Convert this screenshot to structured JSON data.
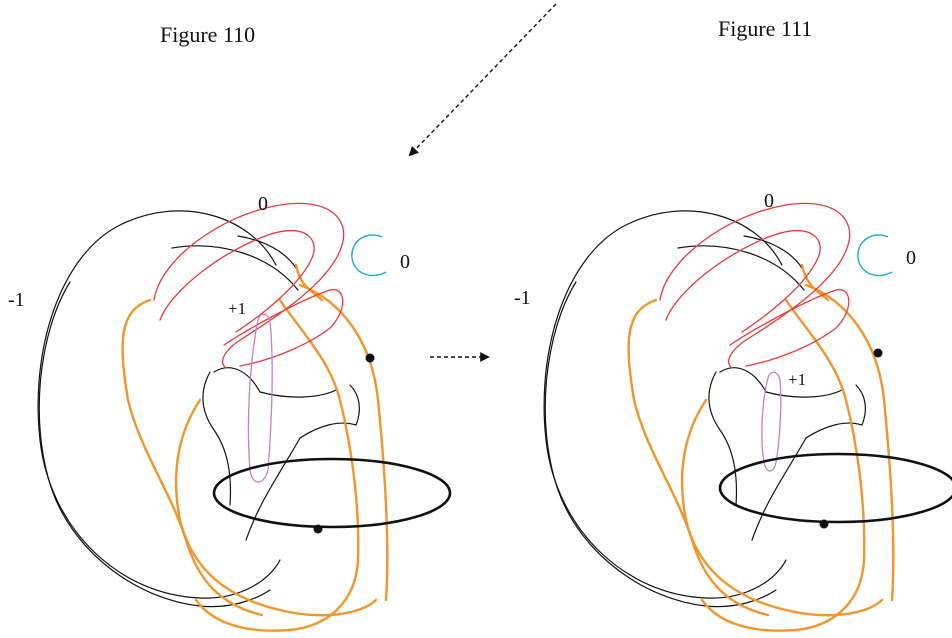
{
  "figures": [
    {
      "caption": "Figure 110",
      "labels": {
        "top": "0",
        "cyan": "0",
        "left": "-1",
        "pink": "+1"
      }
    },
    {
      "caption": "Figure 111",
      "labels": {
        "top": "0",
        "cyan": "0",
        "left": "-1",
        "pink": "+1"
      }
    }
  ],
  "colors": {
    "black": "#111111",
    "orange": "#f0962c",
    "red": "#e83a3a",
    "cyan": "#1ea9d9",
    "pink": "#c77fc2"
  }
}
